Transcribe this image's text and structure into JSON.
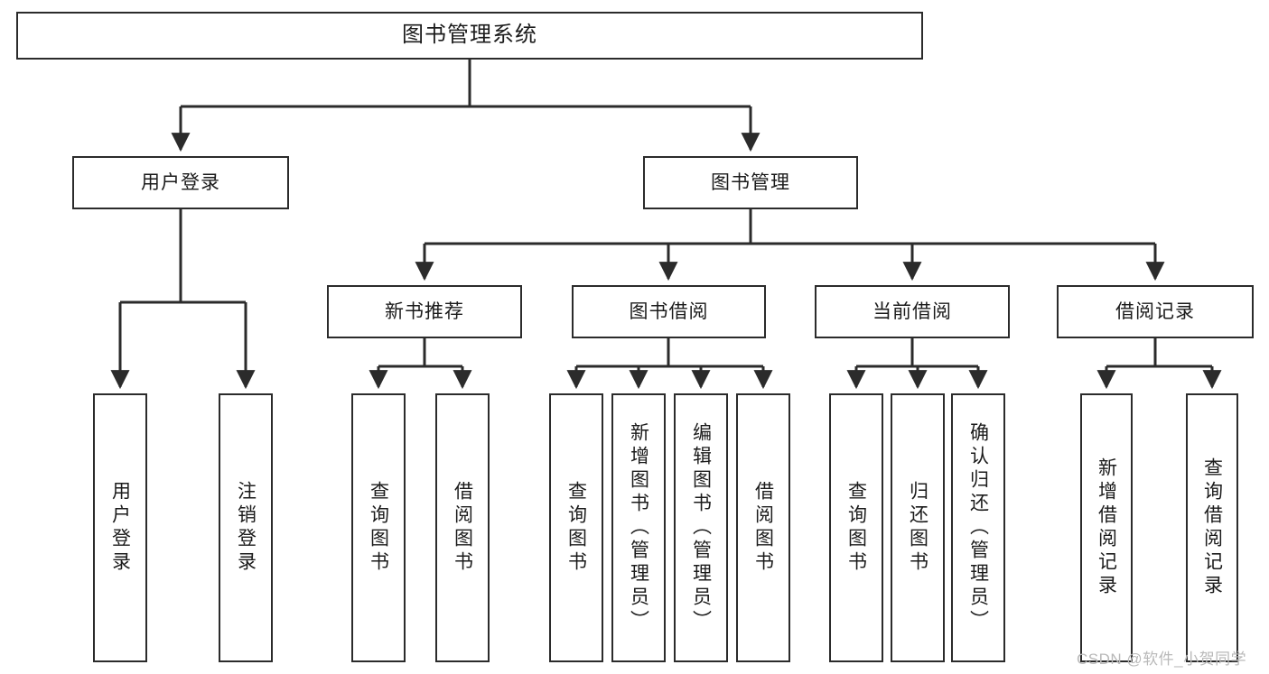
{
  "diagram": {
    "title": "图书管理系统",
    "type": "hierarchy-tree",
    "orientation": "top-down",
    "colors": {
      "box_border": "#2b2b2b",
      "box_fill": "#ffffff",
      "connector": "#2b2b2b",
      "background": "#ffffff",
      "watermark": "#b9b9b9"
    },
    "levels": {
      "root": "图书管理系统",
      "level1": [
        "用户登录",
        "图书管理"
      ],
      "level2": [
        "新书推荐",
        "图书借阅",
        "当前借阅",
        "借阅记录"
      ]
    },
    "nodes": {
      "root": {
        "label": "图书管理系统"
      },
      "user_login": {
        "label": "用户登录"
      },
      "book_manage": {
        "label": "图书管理"
      },
      "new_book": {
        "label": "新书推荐"
      },
      "book_borrow": {
        "label": "图书借阅"
      },
      "current_borrow": {
        "label": "当前借阅"
      },
      "borrow_record": {
        "label": "借阅记录"
      },
      "leaf_user_login": {
        "label": "用户登录"
      },
      "leaf_user_logout": {
        "label": "注销登录"
      },
      "leaf_nb_query": {
        "label": "查询图书"
      },
      "leaf_nb_borrow": {
        "label": "借阅图书"
      },
      "leaf_bb_query": {
        "label": "查询图书"
      },
      "leaf_bb_add": {
        "label": "新增图书（管理员）"
      },
      "leaf_bb_edit": {
        "label": "编辑图书（管理员）"
      },
      "leaf_bb_borrow": {
        "label": "借阅图书"
      },
      "leaf_cb_query": {
        "label": "查询图书"
      },
      "leaf_cb_return": {
        "label": "归还图书"
      },
      "leaf_cb_confirm": {
        "label": "确认归还（管理员）"
      },
      "leaf_br_add": {
        "label": "新增借阅记录"
      },
      "leaf_br_query": {
        "label": "查询借阅记录"
      }
    },
    "edges": [
      {
        "from": "root",
        "to": "user_login"
      },
      {
        "from": "root",
        "to": "book_manage"
      },
      {
        "from": "user_login",
        "to": "leaf_user_login"
      },
      {
        "from": "user_login",
        "to": "leaf_user_logout"
      },
      {
        "from": "book_manage",
        "to": "new_book"
      },
      {
        "from": "book_manage",
        "to": "book_borrow"
      },
      {
        "from": "book_manage",
        "to": "current_borrow"
      },
      {
        "from": "book_manage",
        "to": "borrow_record"
      },
      {
        "from": "new_book",
        "to": "leaf_nb_query"
      },
      {
        "from": "new_book",
        "to": "leaf_nb_borrow"
      },
      {
        "from": "book_borrow",
        "to": "leaf_bb_query"
      },
      {
        "from": "book_borrow",
        "to": "leaf_bb_add"
      },
      {
        "from": "book_borrow",
        "to": "leaf_bb_edit"
      },
      {
        "from": "book_borrow",
        "to": "leaf_bb_borrow"
      },
      {
        "from": "current_borrow",
        "to": "leaf_cb_query"
      },
      {
        "from": "current_borrow",
        "to": "leaf_cb_return"
      },
      {
        "from": "current_borrow",
        "to": "leaf_cb_confirm"
      },
      {
        "from": "borrow_record",
        "to": "leaf_br_add"
      },
      {
        "from": "borrow_record",
        "to": "leaf_br_query"
      }
    ],
    "watermark": "CSDN @软件_小贺同学"
  }
}
